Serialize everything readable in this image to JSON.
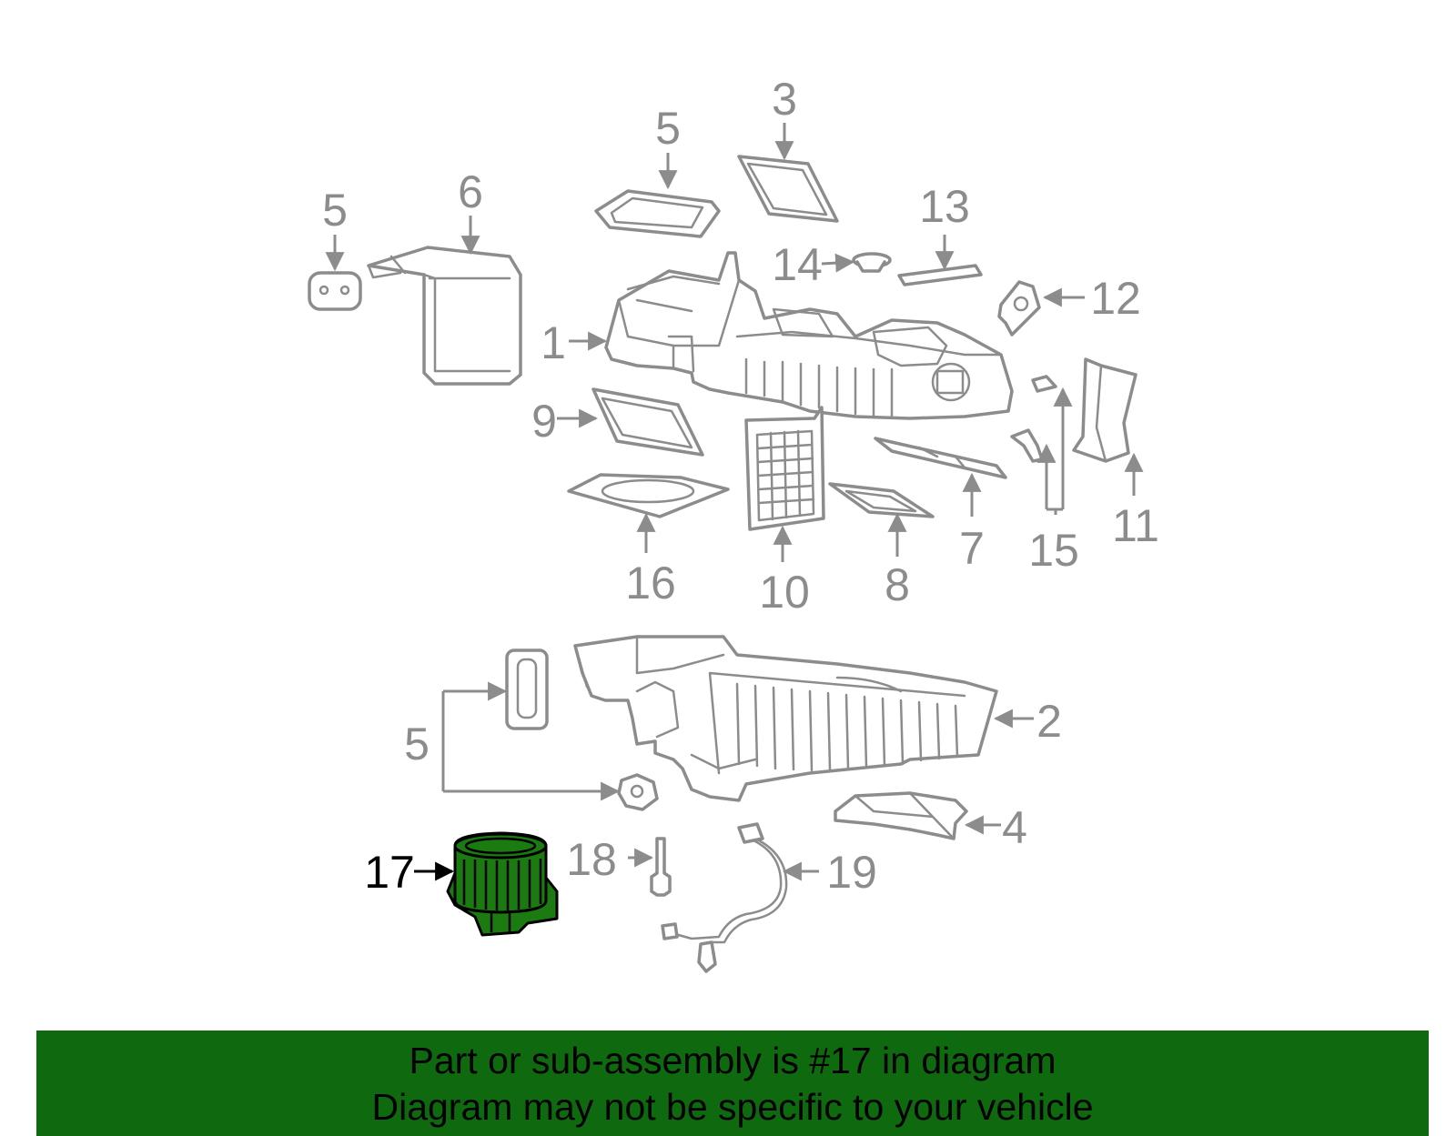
{
  "callouts": {
    "c1": "1",
    "c2": "2",
    "c3": "3",
    "c4": "4",
    "c5a": "5",
    "c5b": "5",
    "c5c": "5",
    "c6": "6",
    "c7": "7",
    "c8": "8",
    "c9": "9",
    "c10": "10",
    "c11": "11",
    "c12": "12",
    "c13": "13",
    "c14": "14",
    "c15": "15",
    "c16": "16",
    "c17": "17",
    "c18": "18",
    "c19": "19"
  },
  "highlight_color": "#1b7a10",
  "banner": {
    "line1": "Part or sub-assembly is #17 in diagram",
    "line2": "Diagram may not be specific to your vehicle",
    "background": "#0f6a0f"
  }
}
